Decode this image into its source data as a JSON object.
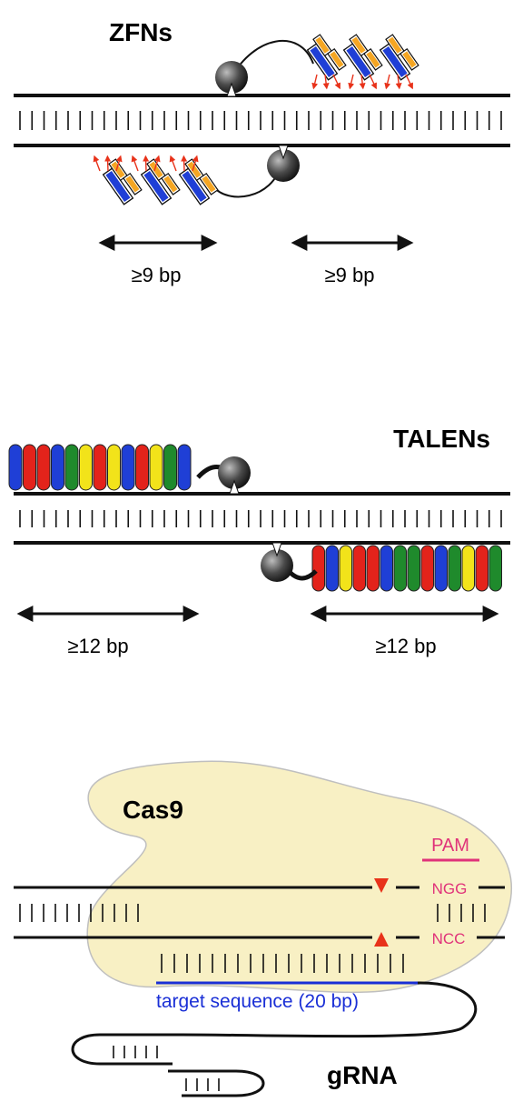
{
  "zfn": {
    "title": "ZFNs",
    "left_label": "≥9 bp",
    "right_label": "≥9 bp",
    "finger_count": 3
  },
  "talen": {
    "title": "TALENs",
    "left_label": "≥12 bp",
    "right_label": "≥12 bp",
    "top_repeat_colors": [
      "#1f3fd6",
      "#e3231b",
      "#e3231b",
      "#1f3fd6",
      "#1f8a2c",
      "#f2e31a",
      "#e3231b",
      "#f2e31a",
      "#1f3fd6",
      "#e3231b",
      "#f2e31a",
      "#1f8a2c",
      "#1f3fd6"
    ],
    "bottom_repeat_colors": [
      "#e3231b",
      "#1f3fd6",
      "#f2e31a",
      "#e3231b",
      "#e3231b",
      "#1f3fd6",
      "#1f8a2c",
      "#1f8a2c",
      "#e3231b",
      "#1f3fd6",
      "#1f8a2c",
      "#f2e31a",
      "#e3231b",
      "#1f8a2c"
    ]
  },
  "cas9": {
    "title": "Cas9",
    "pam_label": "PAM",
    "ngg_label": "NGG",
    "ncc_label": "NCC",
    "target_label": "target sequence (20 bp)",
    "grna_label": "gRNA"
  },
  "colors": {
    "pam": "#e0337a",
    "target": "#1a2fd6",
    "cut": "#e8321a",
    "cas9_fill": "#f8f0c4",
    "finger_blue": "#1f3fd6",
    "finger_orange": "#f5a623"
  }
}
